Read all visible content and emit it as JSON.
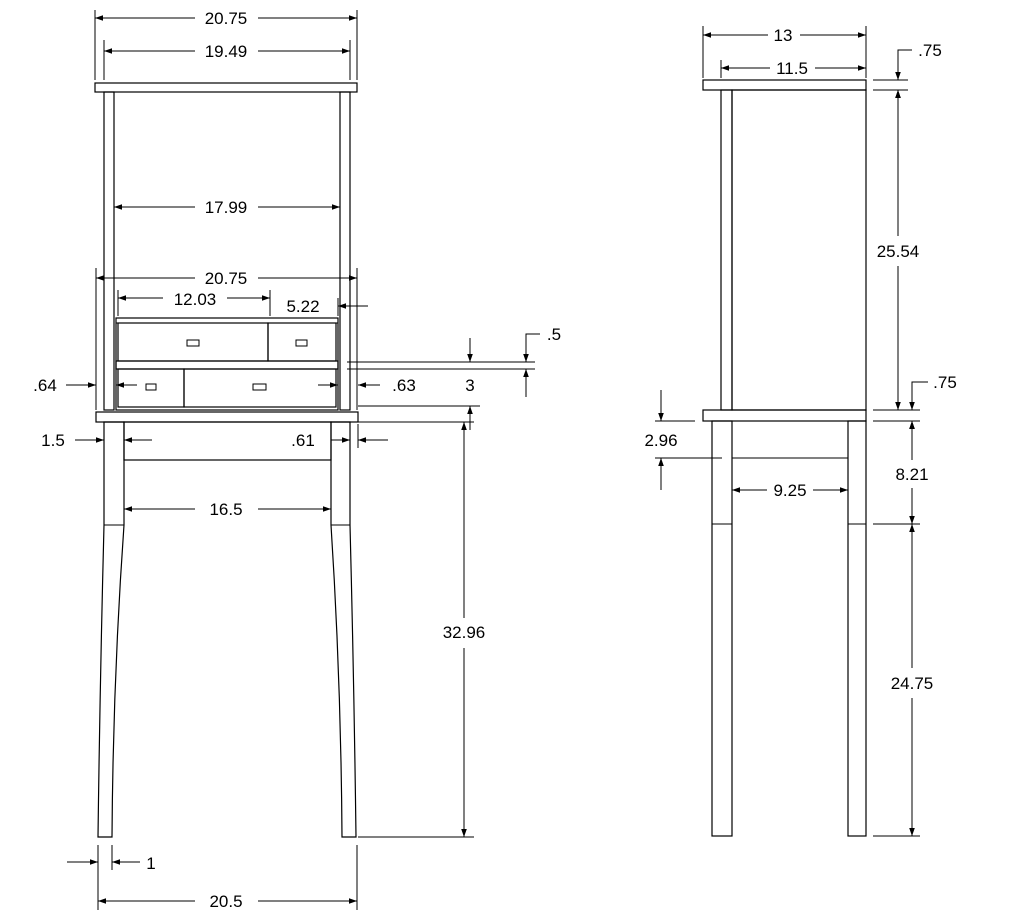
{
  "front_view": {
    "top_width_outer": "20.75",
    "top_width_inner": "19.49",
    "upper_inner_width": "17.99",
    "cabinet_width": "20.75",
    "drawer_left_width": "12.03",
    "drawer_right_width": "5.22",
    "left_offset": ".64",
    "right_offset": ".63",
    "apron_left": "1.5",
    "apron_right": ".61",
    "leg_span": "16.5",
    "leg_height": "32.96",
    "leg_foot": "1",
    "base_width": "20.5",
    "drawer_height": "3",
    "divider_thickness": ".5"
  },
  "side_view": {
    "depth_outer": "13",
    "depth_inner": "11.5",
    "top_thickness": ".75",
    "upper_height": "25.54",
    "shelf_thickness": ".75",
    "apron_height": "2.96",
    "apron_width": "9.25",
    "upper_leg": "8.21",
    "lower_leg": "24.75"
  },
  "colors": {
    "line": "#000000",
    "background": "#ffffff"
  }
}
